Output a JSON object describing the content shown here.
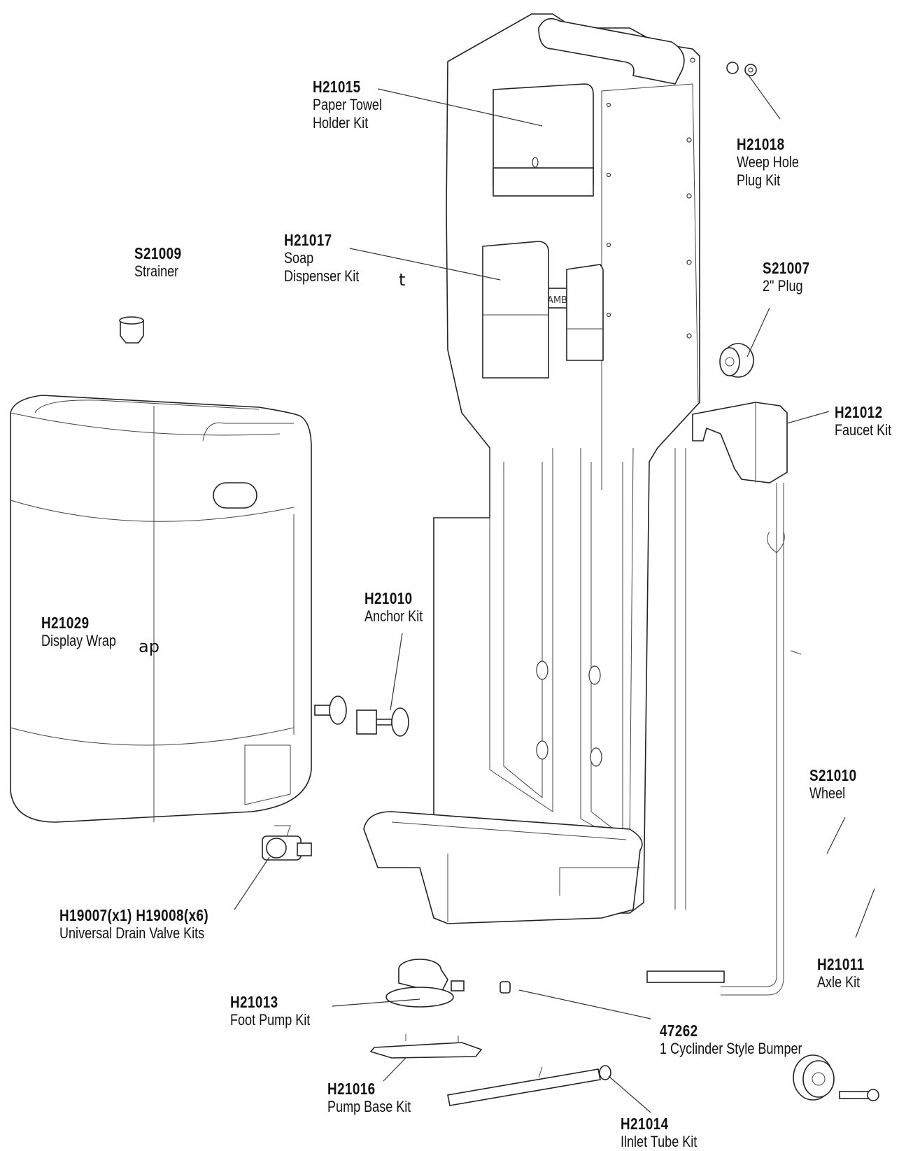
{
  "callouts": [
    {
      "part": "H21015",
      "desc": [
        "Paper Towel",
        "Holder Kit"
      ]
    },
    {
      "part": "H21018",
      "desc": [
        "Weep Hole",
        "Plug Kit"
      ]
    },
    {
      "part": "H21017",
      "desc": [
        "Soap",
        "Dispenser Kit"
      ]
    },
    {
      "part": "S21009",
      "desc": [
        "Strainer"
      ]
    },
    {
      "part": "S21007",
      "desc": [
        "2\" Plug"
      ]
    },
    {
      "part": "H21012",
      "desc": [
        "Faucet Kit"
      ]
    },
    {
      "part": "H21029",
      "desc": [
        "Display Wrap"
      ]
    },
    {
      "part": "H21010",
      "desc": [
        "Anchor Kit"
      ]
    },
    {
      "part": "S21010",
      "desc": [
        "Wheel"
      ]
    },
    {
      "part": "H19007(x1) H19008(x6)",
      "desc": [
        "Universal Drain Valve Kits"
      ]
    },
    {
      "part": "H21011",
      "desc": [
        "Axle Kit"
      ]
    },
    {
      "part": "H21013",
      "desc": [
        "Foot Pump Kit"
      ]
    },
    {
      "part": "47262",
      "desc": [
        "1 Cyclinder Style Bumper"
      ]
    },
    {
      "part": "H21016",
      "desc": [
        "Pump Base Kit"
      ]
    },
    {
      "part": "H21014",
      "desc": [
        "Ilnlet Tube Kit"
      ]
    }
  ],
  "stray_text": [
    "t",
    "ap"
  ],
  "embossed_text": "CAMBI"
}
